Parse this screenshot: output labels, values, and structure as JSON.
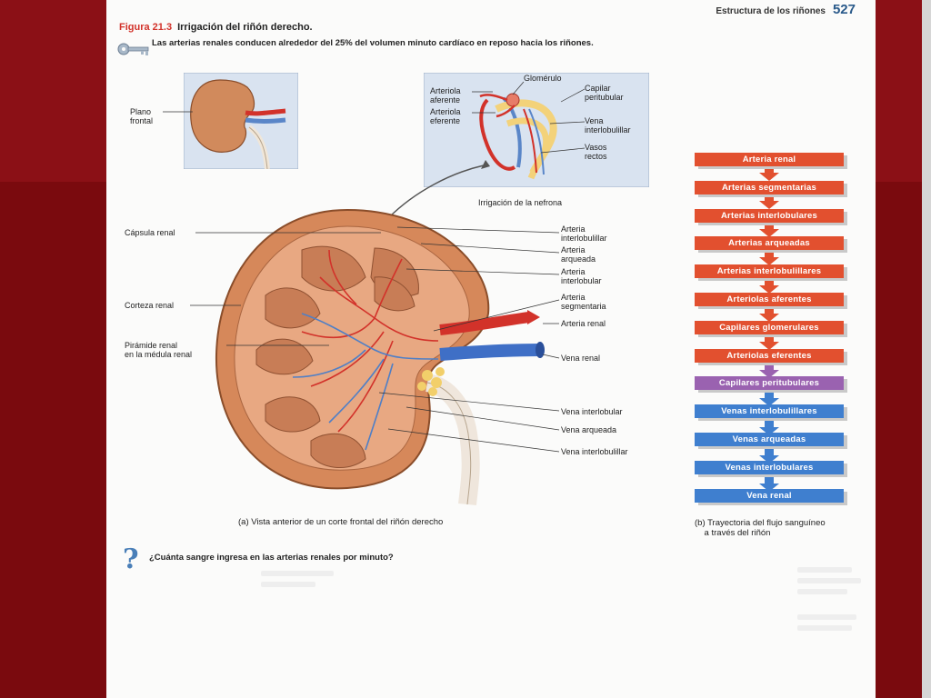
{
  "header": {
    "section_title": "Estructura de los riñones",
    "page_number": "527"
  },
  "figure": {
    "number": "Figura 21.3",
    "title": "Irrigación del riñón derecho.",
    "key_text": "Las arterias renales conducen alrededor del 25% del volumen minuto cardíaco en reposo hacia los riñones.",
    "inset_label": "Plano\nfrontal",
    "nephron_caption": "Irrigación de la nefrona",
    "nephron_labels": {
      "glomerulus": "Glomérulo",
      "afferent": "Arteriola\naferente",
      "efferent": "Arteriola\neferente",
      "peritubular": "Capilar\nperitubular",
      "interlobular_vein_n": "Vena\ninterlobulillar",
      "vasa_recta": "Vasos\nrectos"
    },
    "left_labels": {
      "capsule": "Cápsula renal",
      "cortex": "Corteza renal",
      "pyramid": "Pirámide renal\nen la médula renal"
    },
    "right_labels": {
      "a_interlobulillar": "Arteria\ninterlobulillar",
      "a_arqueada": "Arteria\narqueada",
      "a_interlobular": "Arteria\ninterlobular",
      "a_segmentaria": "Arteria\nsegmentaria",
      "a_renal": "Arteria renal",
      "v_renal": "Vena renal",
      "v_interlobular": "Vena interlobular",
      "v_arqueada": "Vena arqueada",
      "v_interlobulillar": "Vena interlobulillar"
    },
    "caption_a": "(a) Vista anterior de un corte frontal del riñón derecho",
    "caption_b": "(b) Trayectoria del flujo sanguíneo\n    a través del riñón",
    "question": "¿Cuánta sangre ingresa en las arterias renales por minuto?"
  },
  "flow": [
    {
      "label": "Arteria renal",
      "color": "#e2502f"
    },
    {
      "label": "Arterias segmentarias",
      "color": "#e2502f"
    },
    {
      "label": "Arterias interlobulares",
      "color": "#e2502f"
    },
    {
      "label": "Arterias arqueadas",
      "color": "#e2502f"
    },
    {
      "label": "Arterias interlobulillares",
      "color": "#e2502f"
    },
    {
      "label": "Arteriolas aferentes",
      "color": "#e2502f"
    },
    {
      "label": "Capilares glomerulares",
      "color": "#e2502f"
    },
    {
      "label": "Arteriolas eferentes",
      "color": "#e2502f"
    },
    {
      "label": "Capilares peritubulares",
      "color": "#9a62b0"
    },
    {
      "label": "Venas interlobulillares",
      "color": "#3f7fcf"
    },
    {
      "label": "Venas arqueadas",
      "color": "#3f7fcf"
    },
    {
      "label": "Venas interlobulares",
      "color": "#3f7fcf"
    },
    {
      "label": "Vena renal",
      "color": "#3f7fcf"
    }
  ],
  "colors": {
    "background": "#7a0c10",
    "artery": "#e2502f",
    "capillary": "#9a62b0",
    "vein": "#3f7fcf",
    "figure_number": "#d2322a"
  }
}
